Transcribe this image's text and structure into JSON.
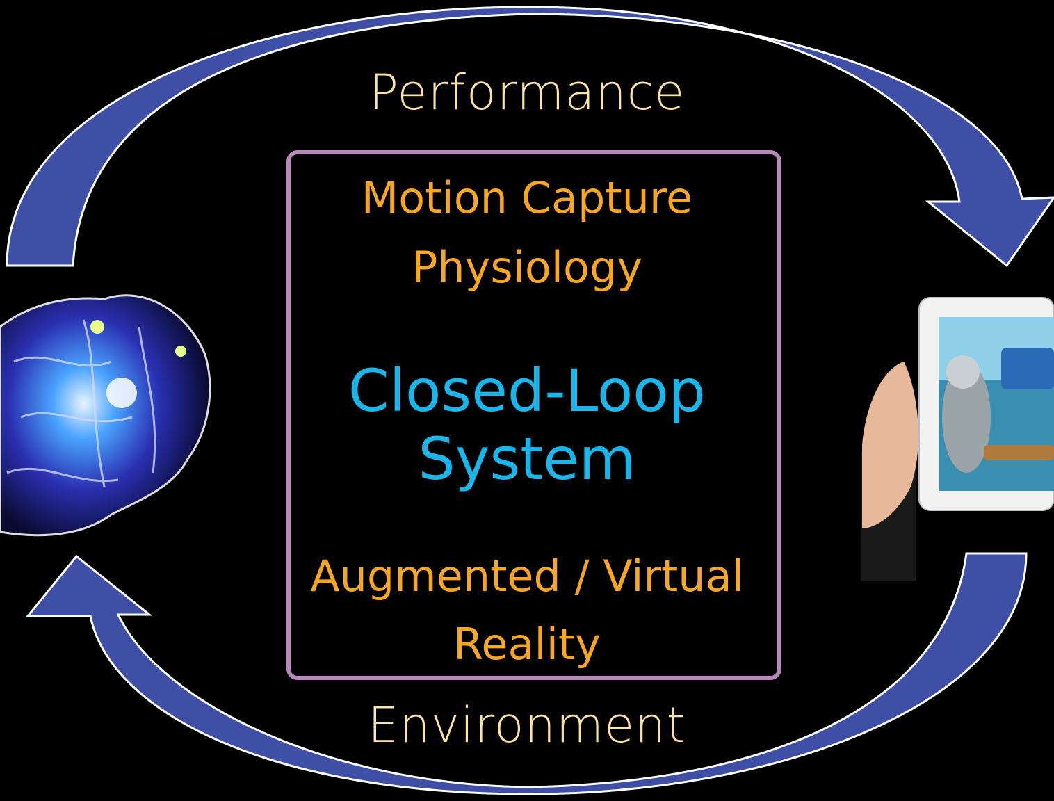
{
  "diagram": {
    "top_label": "Performance",
    "bottom_label": "Environment",
    "box": {
      "line1": "Motion Capture",
      "line2": "Physiology",
      "title_line1": "Closed-Loop",
      "title_line2": "System",
      "line3": "Augmented / Virtual",
      "line4": "Reality"
    },
    "images": {
      "left": "brain-image",
      "right": "tablet-game-image"
    }
  },
  "colors": {
    "background": "#000000",
    "arrow_fill": "#3f4fa6",
    "arrow_stroke": "#ffffff",
    "outer_label": "#fce3a6",
    "inner_label": "#f5a623",
    "center_title": "#1ab6ea",
    "frame_border": "#b58ab8"
  }
}
